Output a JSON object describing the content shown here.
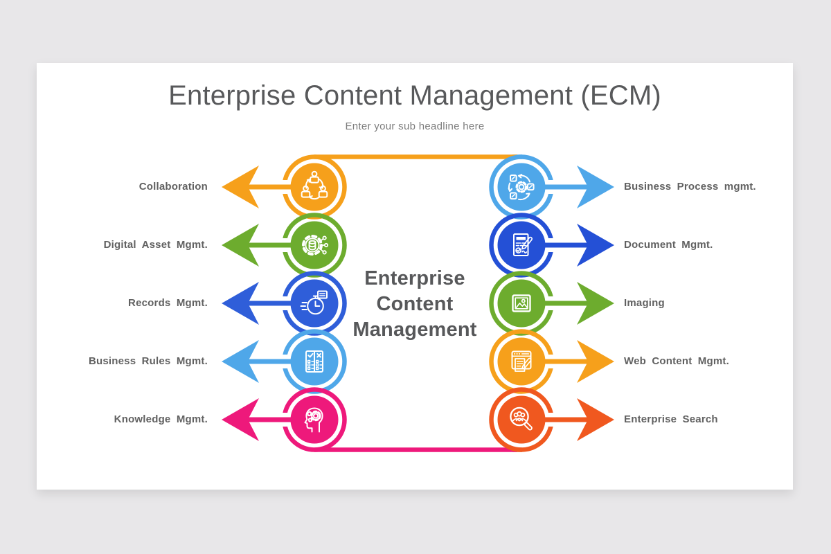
{
  "slide": {
    "title": "Enterprise Content Management (ECM)",
    "subtitle": "Enter your sub headline here",
    "center_title_lines": [
      "Enterprise",
      "Content",
      "Management"
    ]
  },
  "colors": {
    "background": "#e8e7e9",
    "slide_background": "#ffffff",
    "title_text": "#58595b",
    "label_text": "#616161"
  },
  "connectors": {
    "top_left_color": "#F6A01B",
    "top_right_color": "#4FA7E9",
    "bottom_left_color": "#EE197B",
    "bottom_right_color": "#F0581F"
  },
  "items_left": [
    {
      "label": "Collaboration",
      "color": "#F6A01B",
      "icon": "collaboration-icon"
    },
    {
      "label": "Digital Asset Mgmt.",
      "color": "#6DAC2E",
      "icon": "digital-asset-icon"
    },
    {
      "label": "Records Mgmt.",
      "color": "#2F5ED9",
      "icon": "records-icon"
    },
    {
      "label": "Business Rules Mgmt.",
      "color": "#4FA7E9",
      "icon": "business-rules-icon"
    },
    {
      "label": "Knowledge Mgmt.",
      "color": "#EE197B",
      "icon": "knowledge-icon"
    }
  ],
  "items_right": [
    {
      "label": "Business Process mgmt.",
      "color": "#4FA7E9",
      "icon": "business-process-icon"
    },
    {
      "label": "Document Mgmt.",
      "color": "#2450D6",
      "icon": "document-icon"
    },
    {
      "label": "Imaging",
      "color": "#6DAC2E",
      "icon": "imaging-icon"
    },
    {
      "label": "Web Content Mgmt.",
      "color": "#F6A01B",
      "icon": "web-content-icon"
    },
    {
      "label": "Enterprise Search",
      "color": "#F0581F",
      "icon": "enterprise-search-icon"
    }
  ]
}
